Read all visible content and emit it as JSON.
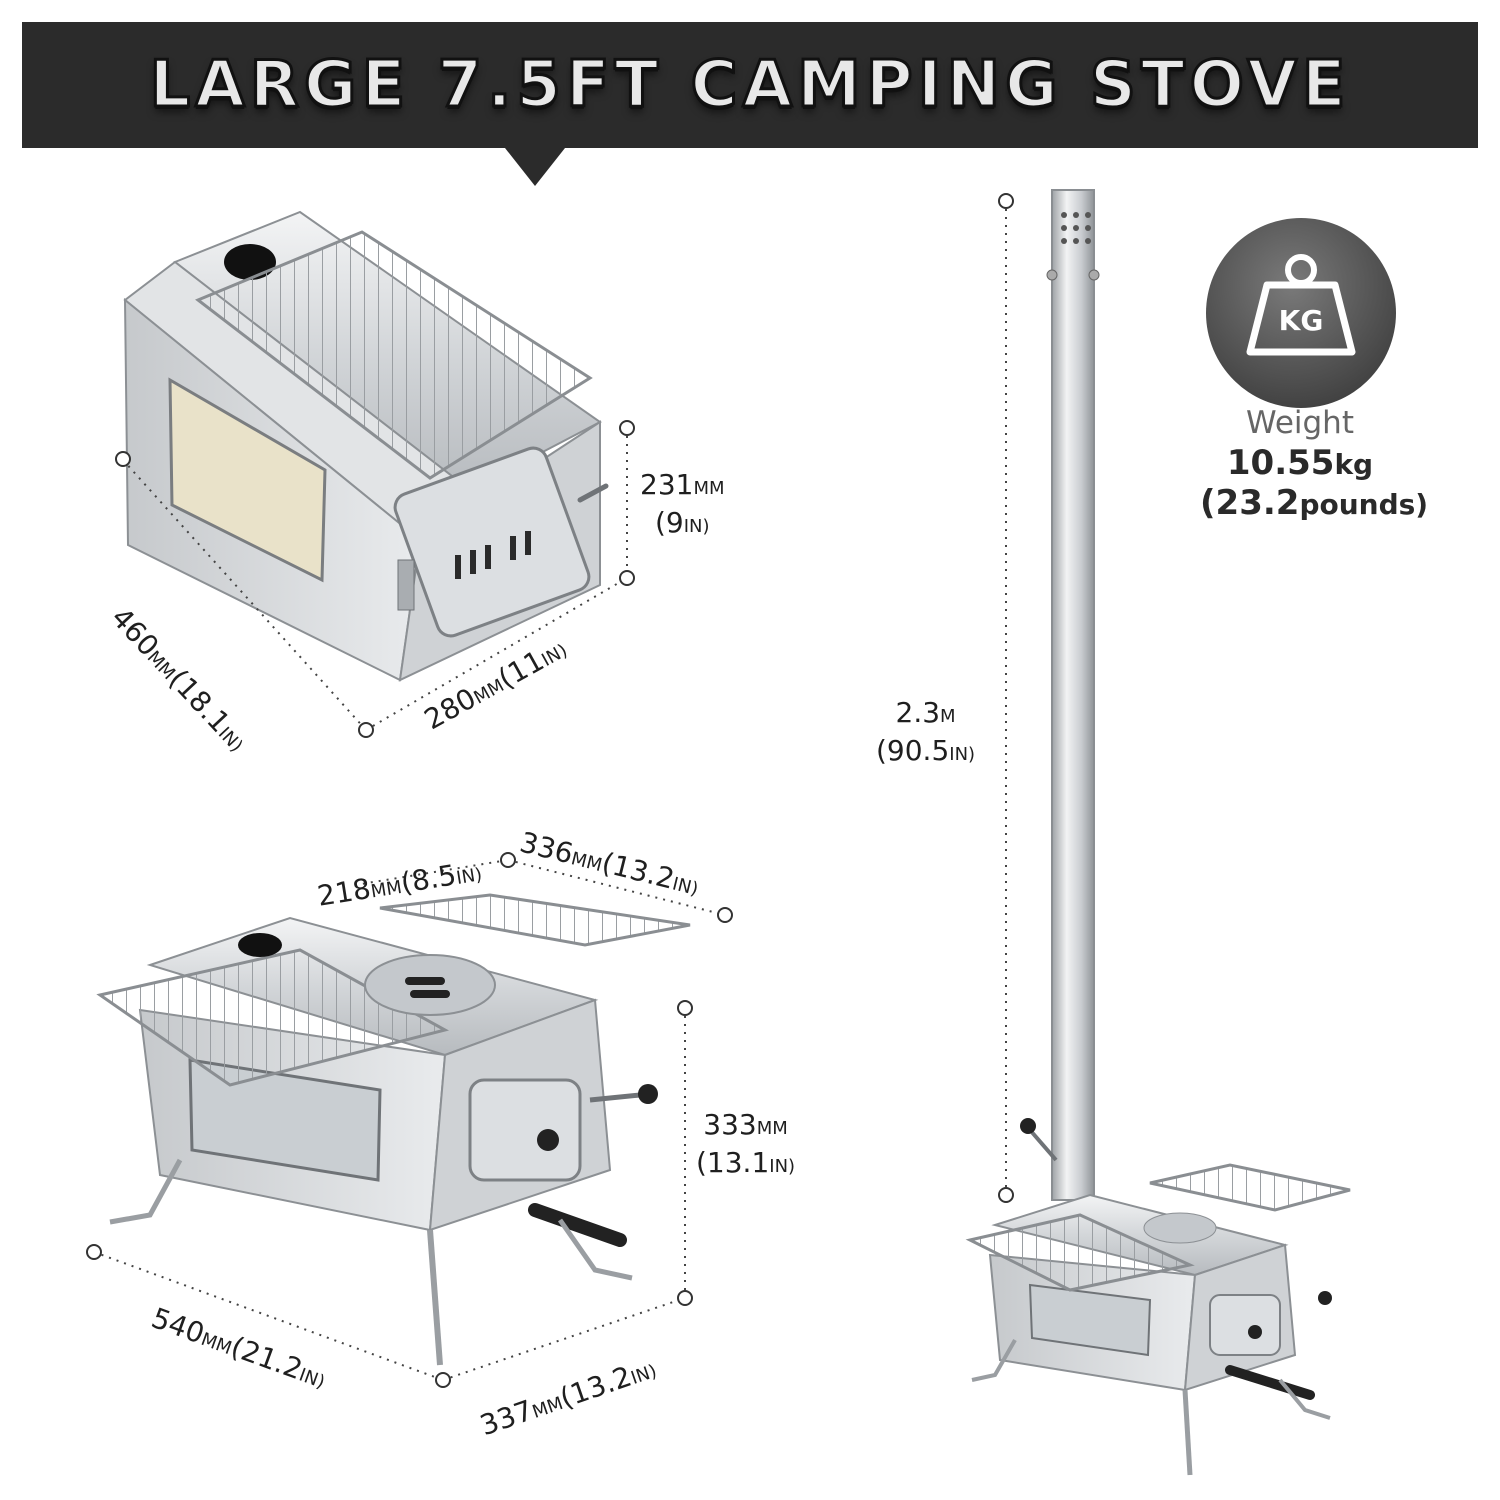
{
  "banner": {
    "title": "LARGE 7.5FT CAMPING STOVE"
  },
  "weight": {
    "badge": "KG",
    "label": "Weight",
    "kg_value": "10.55",
    "kg_unit": "kg",
    "lb_open": "(23.2",
    "lb_unit": "pounds)"
  },
  "dimensions": {
    "top_height": {
      "value": "231",
      "unit": "MM",
      "alt_value": "(9",
      "alt_unit": "IN)"
    },
    "top_length": {
      "value": "460",
      "unit": "MM",
      "alt_value": "(18.1",
      "alt_unit": "IN)"
    },
    "top_width": {
      "value": "280",
      "unit": "MM",
      "alt_value": "(11",
      "alt_unit": "IN)"
    },
    "pipe_height": {
      "value": "2.3",
      "unit": "M",
      "alt_value": "(90.5",
      "alt_unit": "IN)"
    },
    "shelf_depth": {
      "value": "218",
      "unit": "MM",
      "alt_value": "(8.5",
      "alt_unit": "IN)"
    },
    "shelf_width": {
      "value": "336",
      "unit": "MM",
      "alt_value": "(13.2",
      "alt_unit": "IN)"
    },
    "front_height": {
      "value": "333",
      "unit": "MM",
      "alt_value": "(13.1",
      "alt_unit": "IN)"
    },
    "front_length": {
      "value": "540",
      "unit": "MM",
      "alt_value": "(21.2",
      "alt_unit": "IN)"
    },
    "front_width": {
      "value": "337",
      "unit": "MM",
      "alt_value": "(13.2",
      "alt_unit": "IN)"
    }
  },
  "colors": {
    "banner_bg": "#2b2b2b",
    "steel": "#d9dcdf",
    "weight_badge": "#5a5a5a"
  }
}
